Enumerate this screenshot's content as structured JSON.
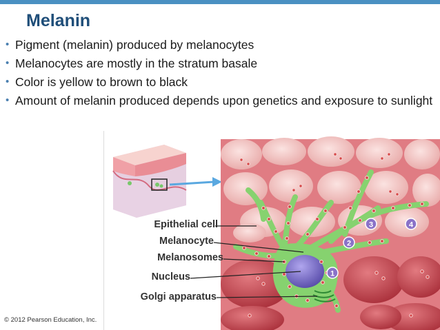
{
  "slide": {
    "title": "Melanin",
    "bullets": [
      "Pigment (melanin) produced by melanocytes",
      "Melanocytes are mostly in the stratum basale",
      "Color is yellow to brown to black",
      "Amount of melanin produced depends upon genetics and exposure to sunlight"
    ],
    "bullet_glyph": "•",
    "copyright": "© 2012 Pearson Education, Inc."
  },
  "figure": {
    "labels": {
      "epithelial_cell": "Epithelial cell",
      "melanocyte": "Melanocyte",
      "melanosomes": "Melanosomes",
      "nucleus": "Nucleus",
      "golgi_apparatus": "Golgi apparatus"
    },
    "steps": [
      "1",
      "2",
      "3",
      "4"
    ]
  },
  "colors": {
    "title": "#1f4e79",
    "accent_bar": "#4a90c2",
    "bullet": "#4a7fb0",
    "epithelial_cell": "#f2c1c1",
    "basal_cell": "#c9464f",
    "melanocyte": "#7fd06a",
    "nucleus": "#6f63c4",
    "step_marker": "#8a72c8"
  }
}
